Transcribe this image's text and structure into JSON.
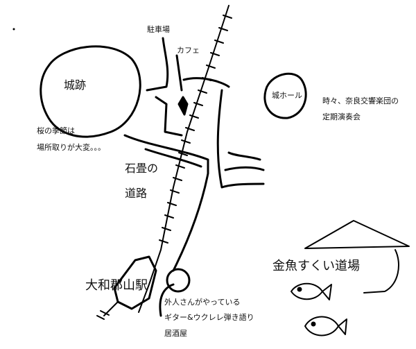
{
  "labels": {
    "parking": "駐車場",
    "cafe": "カフェ",
    "castle_ruins": "城跡",
    "castle_hall": "城ホール",
    "hall_note_1": "時々、奈良交響楽団の",
    "hall_note_2": "定期演奏会",
    "sakura_note_1": "桜の季節は",
    "sakura_note_2": "場所取りが大変。。。",
    "stone_road_1": "石畳の",
    "stone_road_2": "道路",
    "station": "大和郡山駅",
    "goldfish": "金魚すくい道場",
    "bar_note_1": "外人さんがやっている",
    "bar_note_2": "ギター&ウクレレ弾き語り",
    "bar_note_3": "居酒屋"
  }
}
